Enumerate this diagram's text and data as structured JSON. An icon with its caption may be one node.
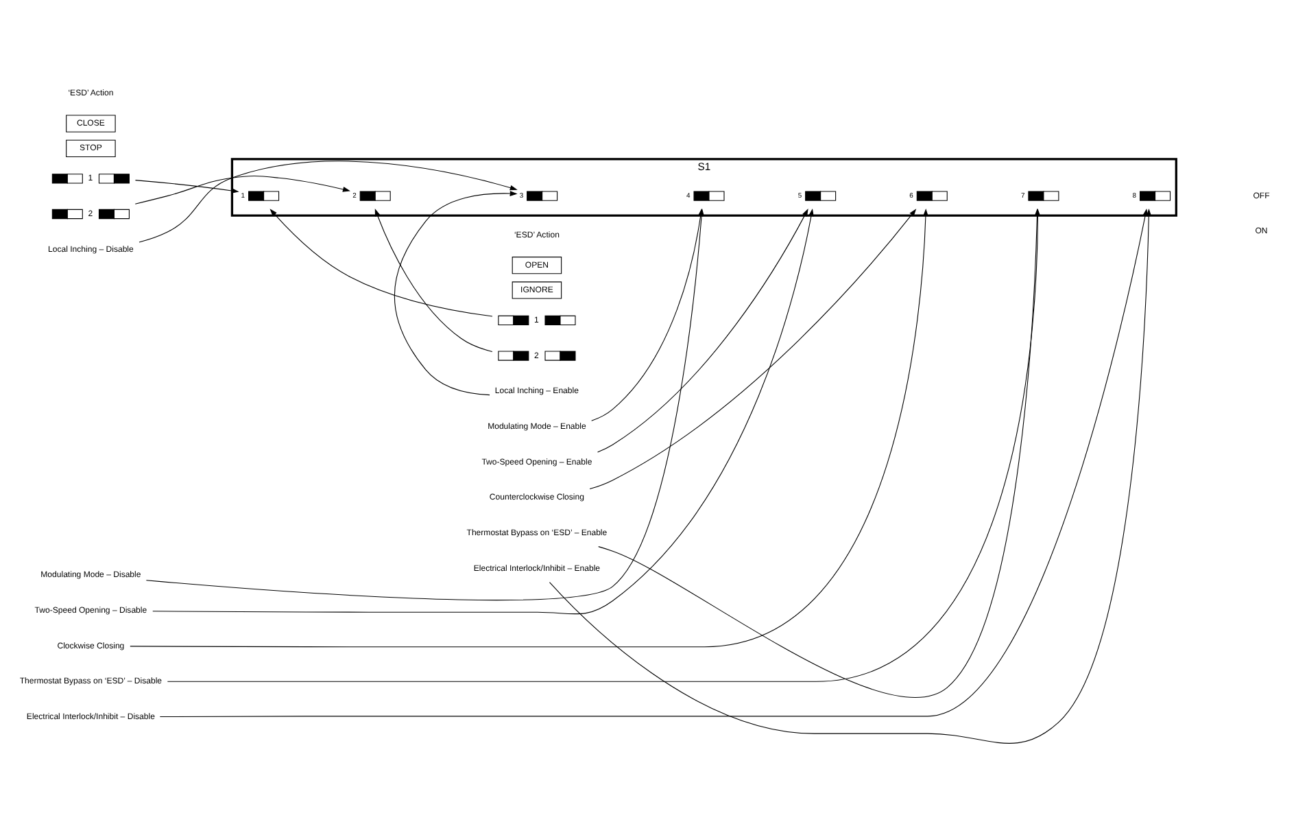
{
  "diagram": {
    "nodes": [
      {
        "text": [
          "CLOSE"
        ]
      },
      {
        "text": [
          "STOP"
        ]
      },
      {
        "text": [
          "OPEN"
        ]
      },
      {
        "text": [
          "IGNORE"
        ]
      },
      {
        "text": [
          "S1"
        ]
      },
      {
        "text": [
          "1"
        ],
        "in": 4
      },
      {
        "text": [
          "2"
        ],
        "in": 4
      },
      {
        "text": [
          "3"
        ],
        "in": 4
      },
      {
        "text": [
          "4"
        ],
        "in": 4
      },
      {
        "text": [
          "5"
        ],
        "in": 4
      },
      {
        "text": [
          "6"
        ],
        "in": 4
      },
      {
        "text": [
          "7"
        ],
        "in": 4
      },
      {
        "text": [
          "8"
        ],
        "in": 4
      },
      {
        "text": [
          "1"
        ]
      },
      {
        "text": [
          "2"
        ]
      },
      {
        "text": [
          "Local Inching – Disable"
        ]
      },
      {
        "text": [
          "Modulating Mode – Disable"
        ]
      },
      {
        "text": [
          "Two-Speed Opening – Disable"
        ]
      },
      {
        "text": [
          "Clockwise Closing"
        ]
      },
      {
        "text": [
          "Thermostat Bypass on ‘ESD’ – Disable"
        ]
      },
      {
        "text": [
          "Electrical Interlock/Inhibit – Disable"
        ]
      },
      {
        "text": [
          "1"
        ]
      },
      {
        "text": [
          "2"
        ]
      },
      {
        "text": [
          "Local Inching – Enable"
        ]
      },
      {
        "text": [
          "Modulating Mode – Enable"
        ]
      },
      {
        "text": [
          "Two-Speed Opening – Enable"
        ]
      },
      {
        "text": [
          "Counterclockwise Closing"
        ]
      },
      {
        "text": [
          "Thermostat Bypass on ‘ESD’ – Enable"
        ]
      },
      {
        "text": [
          "Electrical Interlock/Inhibit – Enable"
        ]
      }
    ],
    "edges": [
      {
        "from": 13,
        "to": 5,
        "arrow": "to"
      },
      {
        "from": 14,
        "to": 6,
        "arrow": "to"
      },
      {
        "from": 15,
        "to": 7,
        "arrow": "to"
      },
      {
        "from": 16,
        "to": 8,
        "arrow": "to"
      },
      {
        "from": 17,
        "to": 9,
        "arrow": "to"
      },
      {
        "from": 18,
        "to": 10,
        "arrow": "to"
      },
      {
        "from": 19,
        "to": 11,
        "arrow": "to"
      },
      {
        "from": 20,
        "to": 12,
        "arrow": "to"
      },
      {
        "from": 21,
        "to": 5,
        "arrow": "to"
      },
      {
        "from": 22,
        "to": 6,
        "arrow": "to"
      },
      {
        "from": 23,
        "to": 7,
        "arrow": "to"
      },
      {
        "from": 24,
        "to": 8,
        "arrow": "to"
      },
      {
        "from": 25,
        "to": 9,
        "arrow": "to"
      },
      {
        "from": 26,
        "to": 10,
        "arrow": "to"
      },
      {
        "from": 27,
        "to": 11,
        "arrow": "to"
      },
      {
        "from": 28,
        "to": 12,
        "arrow": "to"
      }
    ],
    "labels": [
      "‘ESD’ Action",
      "‘ESD’ Action",
      "OFF",
      "ON"
    ]
  }
}
